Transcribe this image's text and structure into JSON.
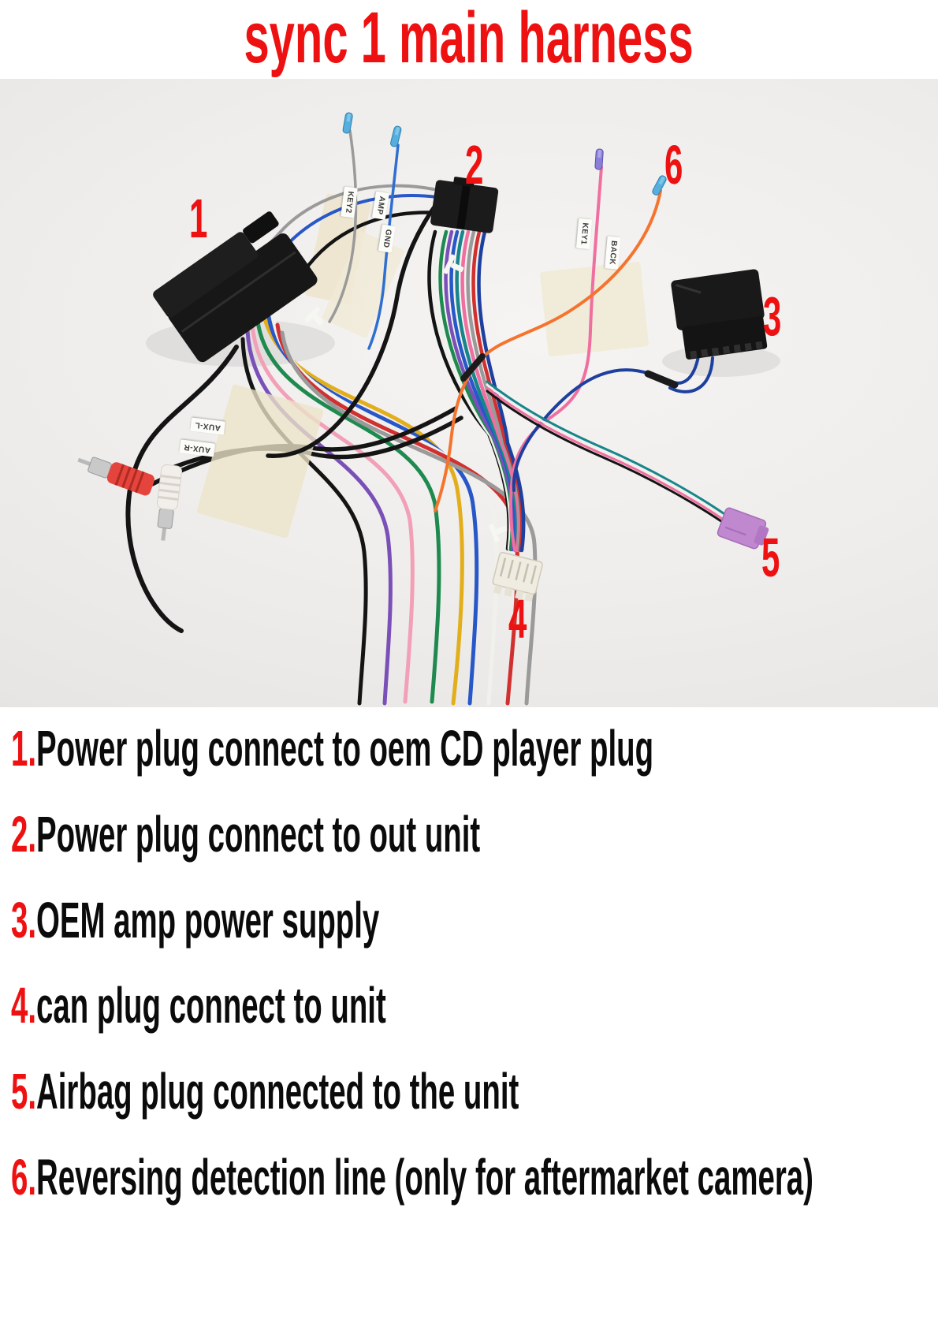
{
  "title": "sync 1 main harness",
  "photo": {
    "markers": [
      "1",
      "2",
      "3",
      "4",
      "5",
      "6"
    ],
    "wire_tags": [
      "KEY2",
      "AMP",
      "GND",
      "KEY1",
      "BACK",
      "AUX-L",
      "AUX-R"
    ]
  },
  "legend": [
    {
      "number": "1.",
      "text": "Power plug connect to oem CD player plug"
    },
    {
      "number": "2.",
      "text": "Power plug connect to out unit"
    },
    {
      "number": "3.",
      "text": "OEM amp power supply"
    },
    {
      "number": "4.",
      "text": "can plug connect to unit"
    },
    {
      "number": "5.",
      "text": "Airbag plug connected to the unit"
    },
    {
      "number": "6.",
      "text": "Reversing detection line (only for aftermarket camera)"
    }
  ],
  "colors": {
    "accent_red": "#ee1111",
    "legend_text": "#0b0b0b",
    "photo_background": "#efedeb",
    "connector_black": "#1a1a1a",
    "can_plug_white": "#efece2",
    "airbag_plug_purple": "#c088cf",
    "rca_red": "#e5443c",
    "rca_white": "#f2eee9",
    "tape_beige": "#ece4c9",
    "terminal_blue": "#56aede",
    "terminal_violet": "#8a7fd8",
    "wires": {
      "yellow": "#e2ae1c",
      "blue": "#2857c8",
      "navy": "#1d3f9e",
      "light_blue": "#2f6fd0",
      "green": "#1f8a50",
      "teal": "#17858a",
      "red": "#d03030",
      "orange": "#f4742f",
      "pink": "#ef6fa0",
      "light_pink": "#f2a0b8",
      "purple": "#7a50b8",
      "gray": "#9a9a9a",
      "black": "#141414",
      "white": "#f0f0ec"
    }
  }
}
